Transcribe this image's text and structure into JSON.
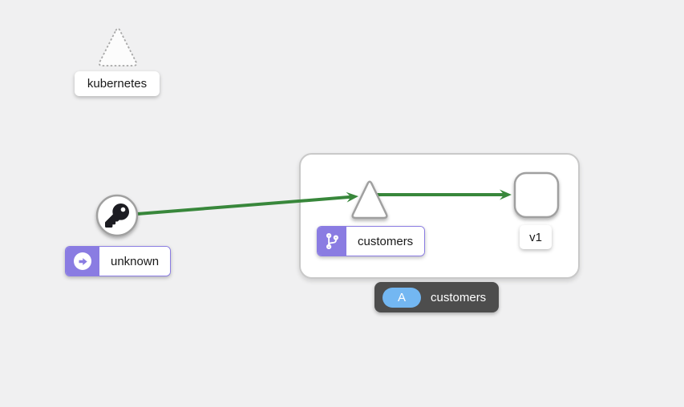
{
  "colors": {
    "canvas-bg": "#f0f0f1",
    "edge-green": "#38873b",
    "badge-purple": "#8a7ce2",
    "pill-blue": "#73b7f2",
    "tooltip-bg": "#4d4d4d",
    "node-border": "#a0a0a0",
    "node-fill": "#ffffff",
    "key-icon-color": "#1b1d21",
    "label-text": "#1a1a1a",
    "tooltip-text": "#ffffff"
  },
  "graph": {
    "cluster": {
      "label": "kubernetes",
      "shape": "dashed-triangle"
    },
    "unknown": {
      "label": "unknown",
      "node_icon": "key-icon",
      "badge_icon": "arrow-circle-right-icon",
      "shape": "circle"
    },
    "app_box": {
      "service": {
        "label": "customers",
        "badge_icon": "code-branch-icon",
        "shape": "triangle"
      },
      "workload": {
        "label": "v1",
        "shape": "rounded-square"
      },
      "badge": {
        "letter": "A",
        "label": "customers"
      }
    },
    "edges": [
      {
        "from": "unknown",
        "to": "customers-service",
        "status": "healthy-green"
      },
      {
        "from": "customers-service",
        "to": "workload-v1",
        "status": "healthy-green"
      }
    ]
  }
}
